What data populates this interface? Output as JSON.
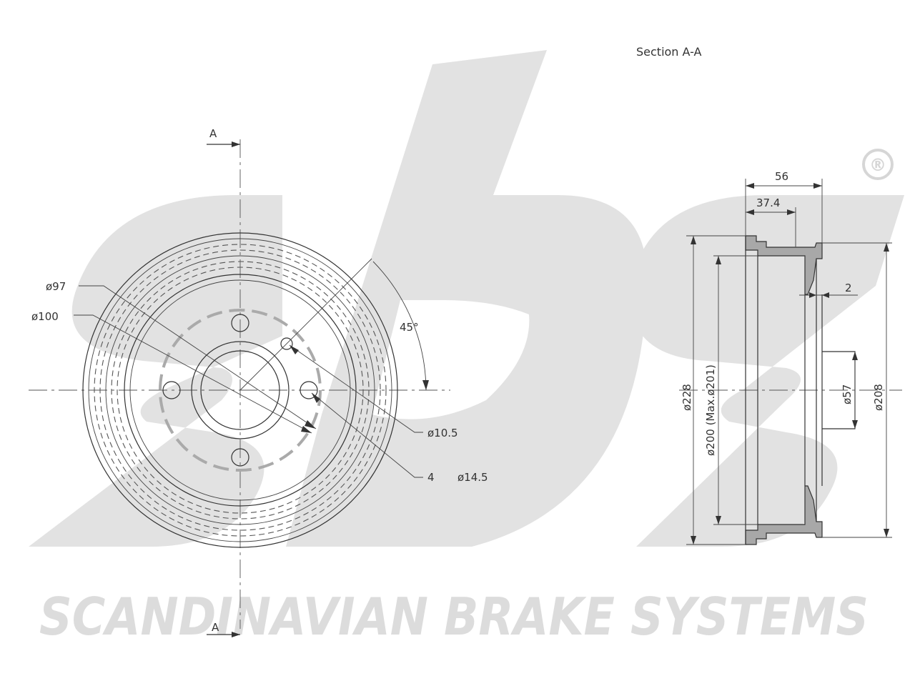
{
  "watermark": {
    "logo_text": "sbs",
    "company_text": "SCANDINAVIAN BRAKE SYSTEMS",
    "registered_mark": "®"
  },
  "section": {
    "title": "Section A-A",
    "marker_top": "A",
    "marker_bottom": "A"
  },
  "front_view": {
    "dim_pcd_97": "ø97",
    "dim_pcd_100": "ø100",
    "angle_label": "45°",
    "dim_hole_small": "ø10.5",
    "dim_hole_count": "4",
    "dim_hole_large": "ø14.5"
  },
  "side_view": {
    "dim_width_total": "56",
    "dim_width_inner": "37.4",
    "dim_offset": "2",
    "dim_outer_diameter": "ø228",
    "dim_drum_diameter": "ø200  (Max.ø201)",
    "dim_hub_diameter": "ø57",
    "dim_flange_diameter": "ø208"
  }
}
